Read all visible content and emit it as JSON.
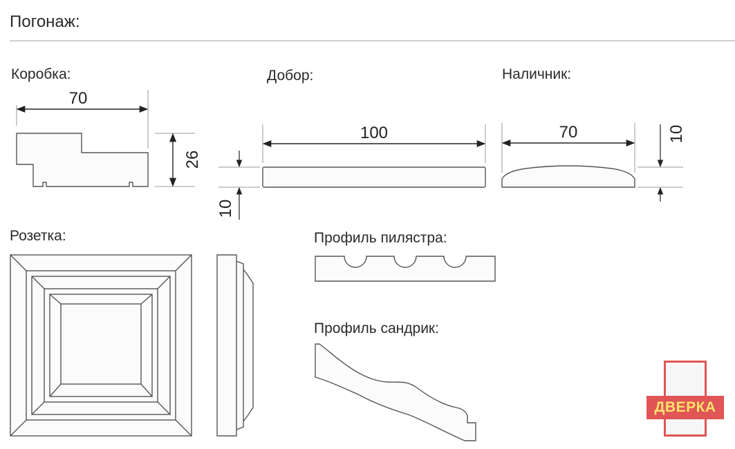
{
  "page": {
    "title": "Погонаж:"
  },
  "korobka": {
    "label": "Коробка:",
    "dim_width": "70",
    "dim_height": "26"
  },
  "dobor": {
    "label": "Добор:",
    "dim_width": "100",
    "dim_thickness": "10"
  },
  "nalichnik": {
    "label": "Наличник:",
    "dim_width": "70",
    "dim_thickness": "10"
  },
  "rozetka": {
    "label": "Розетка:"
  },
  "pilastra": {
    "label": "Профиль пилястра:"
  },
  "sandrik": {
    "label": "Профиль сандрик:"
  },
  "logo": {
    "text": "ДВЕРКА",
    "colors": {
      "band": "#e05555",
      "text": "#ffe36a"
    }
  },
  "colors": {
    "line": "#555555",
    "profile_fill": "#fbfbfb",
    "rule": "#cfcfcf"
  }
}
